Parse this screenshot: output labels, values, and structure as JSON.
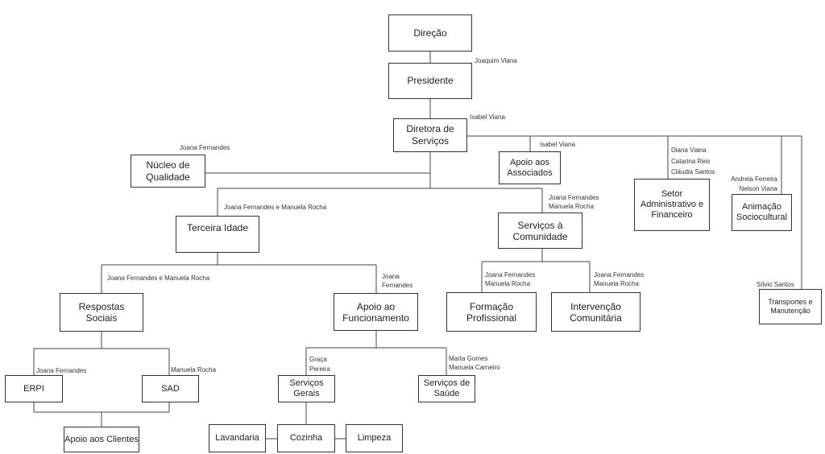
{
  "nodes": {
    "direcao": "Direção",
    "presidente": "Presidente",
    "diretora": "Diretora de\nServiços",
    "nucleo": "Núcleo de\nQualidade",
    "associados": "Apoio aos\nAssociados",
    "setor": "Setor\nAdministrativo e\nFinanceiro",
    "animacao": "Animação\nSociocultural",
    "transportes": "Transportes e\nManutenção",
    "terceira": "Terceira Idade",
    "comunidade": "Serviços à\nComunidade",
    "respostas": "Respostas\nSociais",
    "funcionamento": "Apoio ao\nFuncionamento",
    "formacao": "Formação\nProfissional",
    "intervencao": "Intervenção\nComunitária",
    "erpi": "ERPI",
    "sad": "SAD",
    "clientes": "Apoio aos Clientes",
    "gerais": "Serviços\nGerais",
    "saude": "Serviços de\nSaúde",
    "lavandaria": "Lavandaria",
    "cozinha": "Cozinha",
    "limpeza": "Limpeza"
  },
  "assignees": {
    "presidente": "Joaquim Viana",
    "diretora": "Isabel Viana",
    "nucleo": "Joana Fernandes",
    "associados": "Isabel Viana",
    "terceira": "Joana Fernandes e Manuela Rocha",
    "comunidade": "Joana Fernandes\nManuela Rocha",
    "setor": "Diana Viana\nCatarina Reis\nCláudia Santos",
    "animacao": "Andreia Ferreira\nNelson Viana",
    "transportes": "Sílvio Santos",
    "respostas": "Joana Fernandes e Manuela Rocha",
    "funcionamento": "Joana\nFernandes",
    "formacao": "Joana Fernandes\nManuela Rocha",
    "intervencao": "Joana Fernandes\nManuela Rocha",
    "erpi": "Joana Fernandes",
    "sad": "Manuela Rocha",
    "gerais": "Graça\nPereira",
    "saude": "Marta Gomes\nManuela Carneiro"
  }
}
